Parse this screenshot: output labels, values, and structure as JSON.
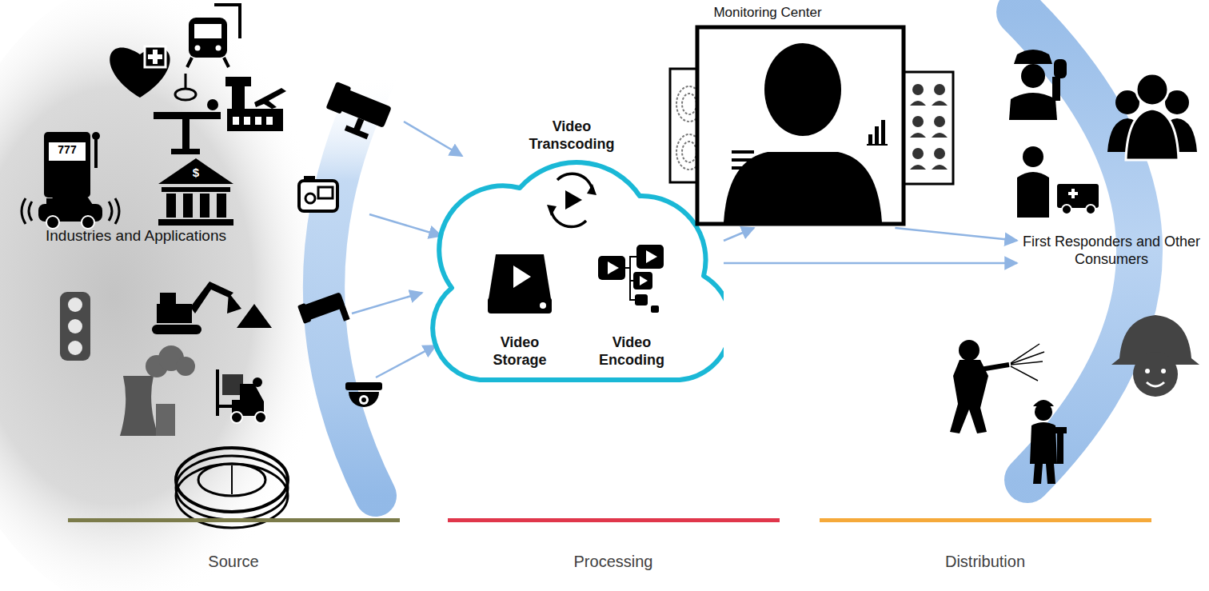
{
  "diagram": {
    "nodes": [
      {
        "text": [
          "Industries and Applications"
        ]
      },
      {
        "text": [
          "Video Transcoding",
          "Video Storage",
          "Video Encoding"
        ]
      },
      {
        "text": [
          "Monitoring Center"
        ]
      },
      {
        "text": [
          "First Responders and Other Consumers"
        ]
      }
    ],
    "edges": [
      {
        "from": 1,
        "to": 2,
        "arrow": "to"
      },
      {
        "from": 2,
        "to": 3,
        "arrow": "to"
      },
      {
        "from": 1,
        "to": 3,
        "arrow": "to"
      }
    ],
    "labels": [
      "777",
      "$",
      "Source",
      "Processing",
      "Distribution"
    ]
  }
}
